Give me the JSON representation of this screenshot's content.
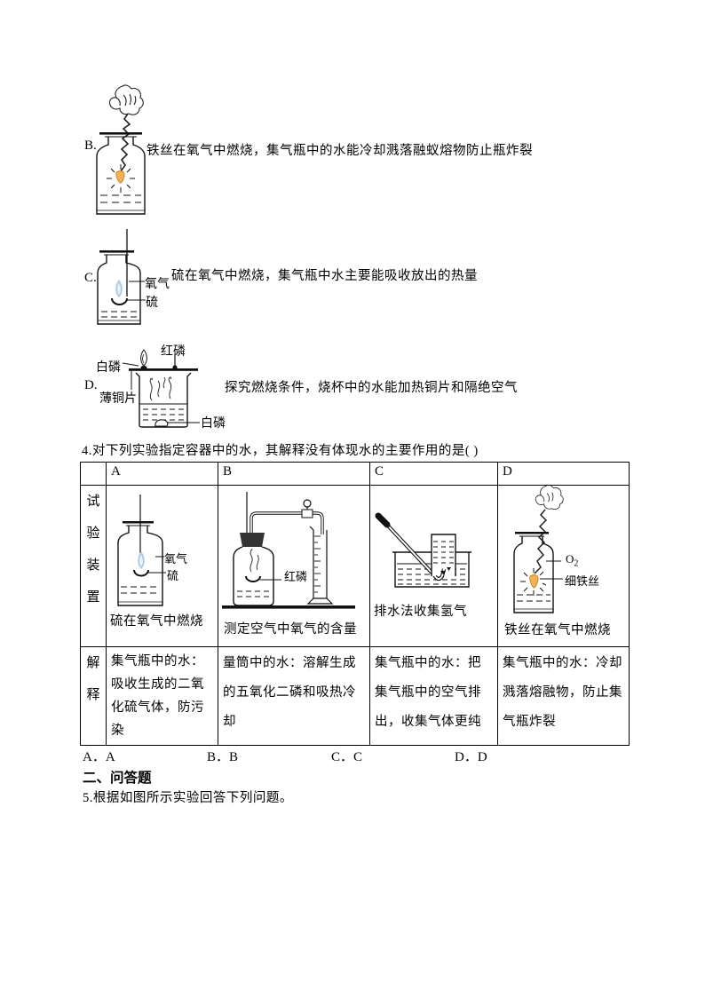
{
  "colors": {
    "paper": "#ffffff",
    "ink": "#000000",
    "flame_orange": "#f2b24e",
    "flame_orange_outline": "#c8761a",
    "flame_blue": "#aecbe7",
    "flame_blue_inner": "#e9f2fb",
    "stopper_dark": "#333333"
  },
  "options": {
    "b": {
      "label": "B.",
      "text": "铁丝在氧气中燃烧，集气瓶中的水能冷却溅落融蚁熔物防止瓶炸裂"
    },
    "c": {
      "label": "C.",
      "text": "硫在氧气中燃烧，集气瓶中水主要能吸收放出的热量",
      "labels": {
        "oxygen": "氧气",
        "sulfur": "硫"
      }
    },
    "d": {
      "label": "D.",
      "text": "探究燃烧条件，烧杯中的水能加热铜片和隔绝空气",
      "labels": {
        "red_p": "红磷",
        "white_p_top": "白磷",
        "copper_sheet": "薄铜片",
        "white_p_bottom": "白磷"
      }
    }
  },
  "question4": {
    "stem": "4.对下列实验指定容器中的水，其解释没有体现水的主要作用的是( )",
    "table": {
      "col_headers": [
        "A",
        "B",
        "C",
        "D"
      ],
      "row_header_apparatus": "试验装置",
      "row_header_explain": "解释",
      "apparatus": {
        "a": {
          "caption": "硫在氧气中燃烧",
          "labels": {
            "oxygen": "氧气",
            "sulfur": "硫"
          }
        },
        "b": {
          "caption": "测定空气中氧气的含量",
          "labels": {
            "red_p": "红磷"
          }
        },
        "c": {
          "caption": "排水法收集氢气"
        },
        "d": {
          "caption": "铁丝在氧气中燃烧",
          "labels": {
            "o2_base": "O",
            "o2_sub": "2",
            "iron": "细铁丝"
          }
        }
      },
      "explanations": {
        "a": "集气瓶中的水：吸收生成的二氧化硫气体，防污染",
        "b": "量筒中的水：溶解生成的五氧化二磷和吸热冷却",
        "c": "集气瓶中的水：把集气瓶中的空气排出，收集气体更纯",
        "d": "集气瓶中的水：冷却溅落熔融物，防止集气瓶炸裂"
      }
    },
    "choices": [
      "A．A",
      "B．B",
      "C．C",
      "D．D"
    ]
  },
  "section2": {
    "title": "二、问答题"
  },
  "question5": {
    "stem": "5.根据如图所示实验回答下列问题。"
  }
}
